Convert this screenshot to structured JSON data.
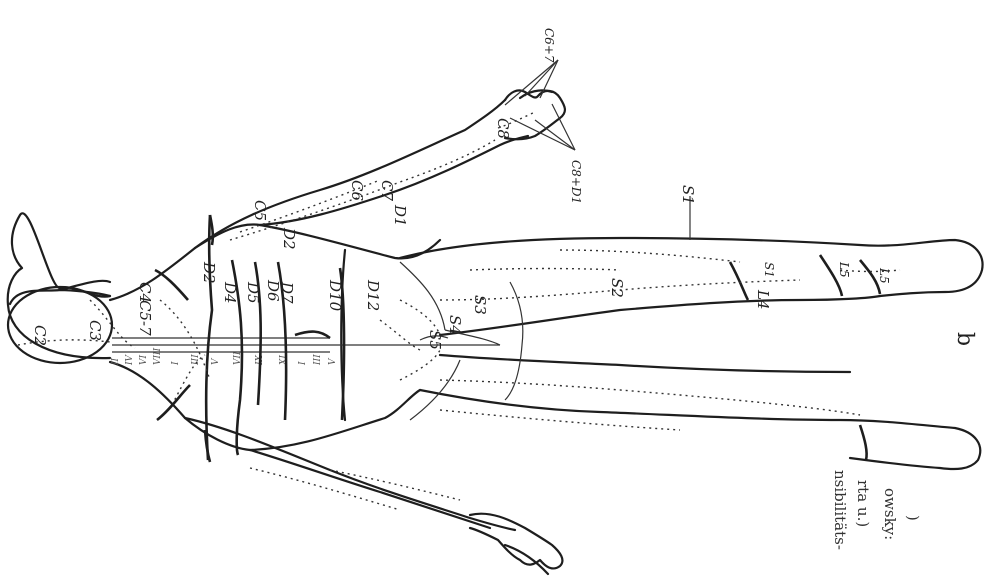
{
  "figure": {
    "panel_label": "b",
    "caption_lines": [
      "nsibilitäts-",
      "rta u.)",
      "owsky:",
      ")"
    ]
  },
  "labels": {
    "c2": "C2",
    "c3": "C3",
    "c4": "C4",
    "c57": "C5-7",
    "c5": "C5",
    "c6": "C6",
    "c7": "C7",
    "c8": "C8",
    "c67": "C6+7",
    "c8d1": "C8+D1",
    "d1": "D1",
    "d2a": "D2",
    "d2b": "D2",
    "d4": "D4",
    "d5": "D5",
    "d6": "D6",
    "d7": "D7",
    "d10": "D10",
    "d12": "D12",
    "s1": "S1",
    "s2": "S2",
    "s3": "S3",
    "s4": "S4",
    "s5": "S5",
    "l4": "L4",
    "l5a": "L5",
    "l5b": "L5",
    "s1b": "S1"
  },
  "vertebrae": [
    "II",
    "IV",
    "VI",
    "VIII",
    "I",
    "III",
    "V",
    "VII",
    "IX",
    "XI",
    "I",
    "III",
    "V"
  ]
}
